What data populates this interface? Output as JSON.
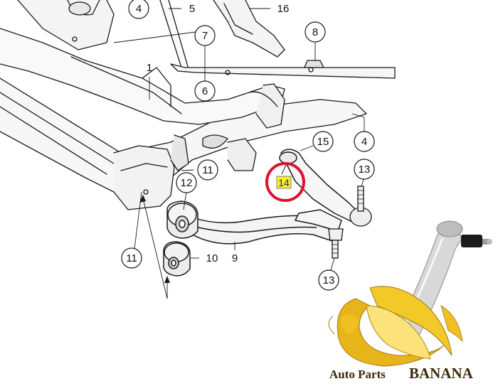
{
  "diagram": {
    "callouts": {
      "c1": "1",
      "c4a": "4",
      "c4b": "4",
      "c5": "5",
      "c6": "6",
      "c7": "7",
      "c8": "8",
      "c9": "9",
      "c10": "10",
      "c11a": "11",
      "c11b": "11",
      "c12": "12",
      "c13a": "13",
      "c13b": "13",
      "c14": "14",
      "c15": "15",
      "c16": "16"
    },
    "highlighted_part": "14",
    "highlight_color": "#e0102f",
    "label_fill": "#f4ee3b"
  },
  "brand": {
    "name_prefix": "Auto Parts",
    "name_main": "BANANA",
    "banana_color": "#f3c829"
  }
}
